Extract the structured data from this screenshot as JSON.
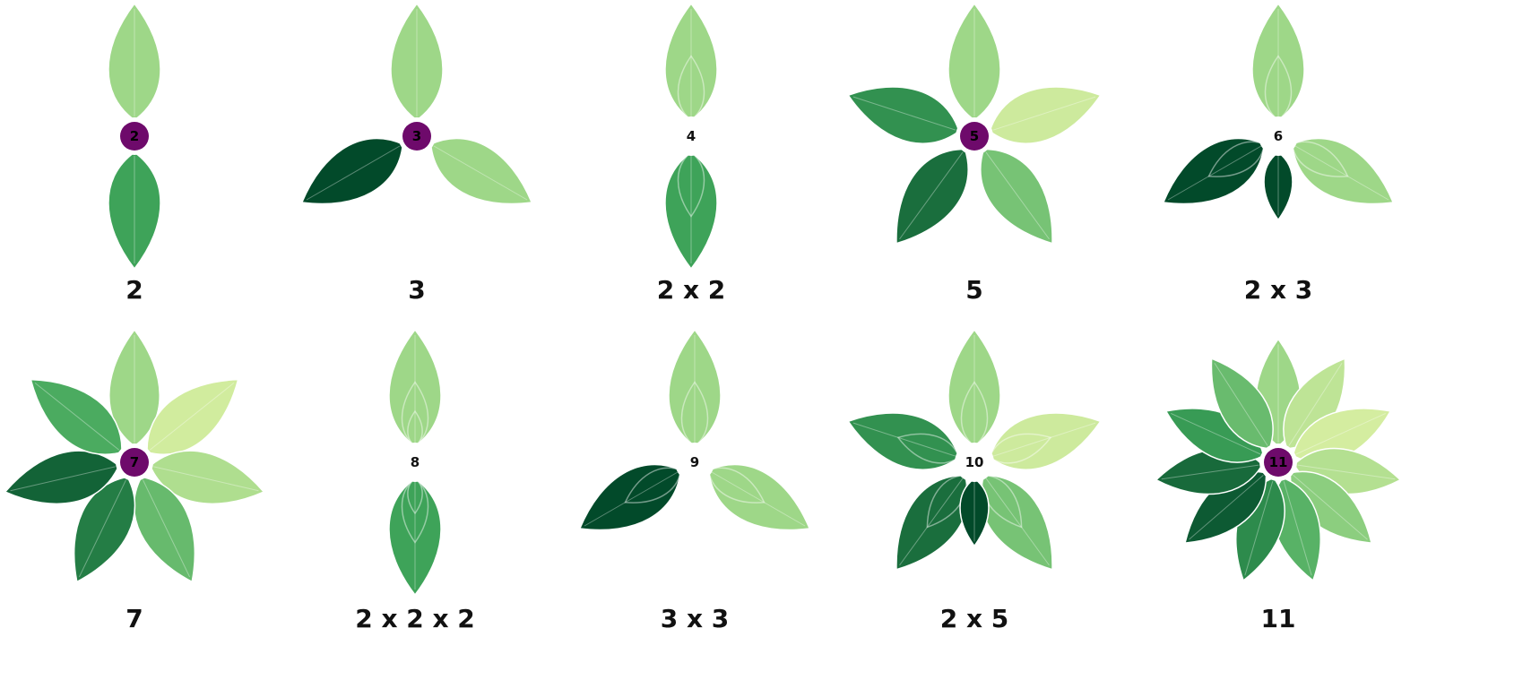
{
  "colors": {
    "leaf_light": "#d9efa2",
    "leaf_dark": "#024a2a",
    "prime_center": "#6e0a6b",
    "composite_center": "#ffffff",
    "vein": "#ffffff"
  },
  "flowers": [
    {
      "n": 2,
      "label": "2",
      "prime": true,
      "leaves": [
        0,
        180
      ],
      "sub_leaves": []
    },
    {
      "n": 3,
      "label": "3",
      "prime": true,
      "leaves": [
        0,
        120,
        240
      ],
      "sub_leaves": []
    },
    {
      "n": 4,
      "label": "2 x 2",
      "prime": false,
      "leaves": [
        0,
        180
      ],
      "sub_leaves": []
    },
    {
      "n": 5,
      "label": "5",
      "prime": true,
      "leaves": [
        0,
        72,
        144,
        216,
        288
      ],
      "sub_leaves": []
    },
    {
      "n": 6,
      "label": "2 x 3",
      "prime": false,
      "leaves": [
        0,
        120,
        240
      ],
      "sub_leaves": [
        180
      ]
    },
    {
      "n": 7,
      "label": "7",
      "prime": true,
      "leaves": [
        0,
        51.4,
        102.9,
        154.3,
        205.7,
        257.1,
        308.6
      ],
      "sub_leaves": []
    },
    {
      "n": 8,
      "label": "2 x 2 x 2",
      "prime": false,
      "leaves": [
        0,
        180
      ],
      "sub_leaves": []
    },
    {
      "n": 9,
      "label": "3 x 3",
      "prime": false,
      "leaves": [
        0,
        120,
        240
      ],
      "sub_leaves": []
    },
    {
      "n": 10,
      "label": "2 x 5",
      "prime": false,
      "leaves": [
        0,
        72,
        144,
        216,
        288
      ],
      "sub_leaves": [
        180
      ]
    },
    {
      "n": 11,
      "label": "11",
      "prime": true,
      "leaves": [
        0,
        32.7,
        65.5,
        98.2,
        130.9,
        163.6,
        196.4,
        229.1,
        261.8,
        294.5,
        327.3
      ],
      "sub_leaves": []
    }
  ]
}
